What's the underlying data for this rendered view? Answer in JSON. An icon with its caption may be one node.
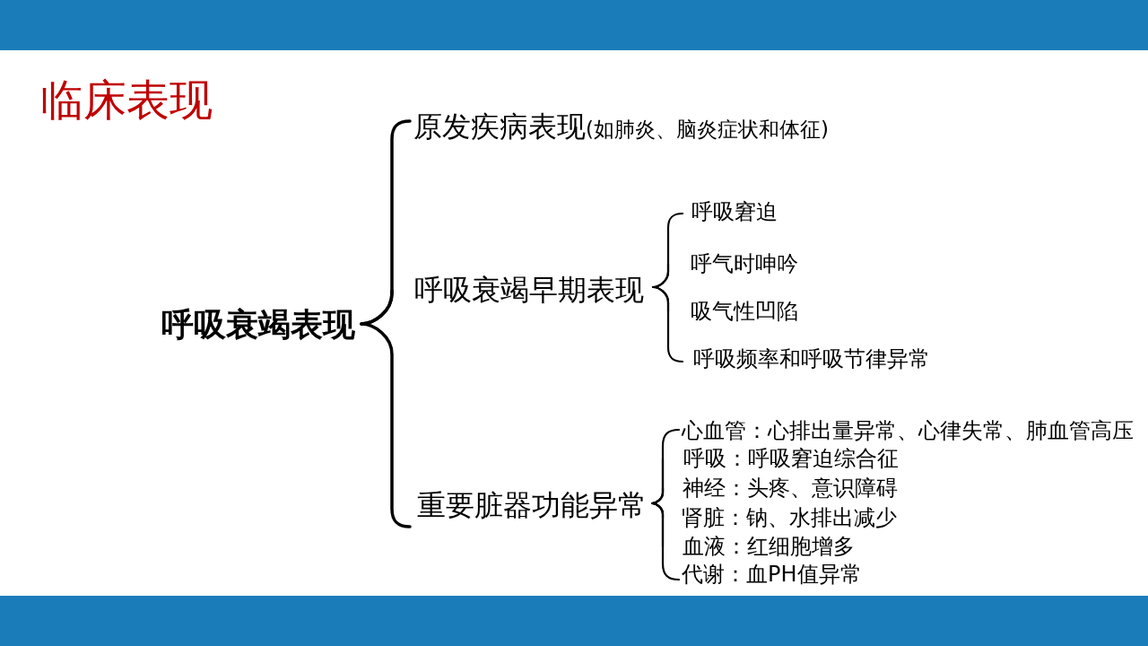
{
  "diagram": {
    "title": "临床表现",
    "nodes": [
      {
        "text": [
          "呼吸衰竭表现"
        ]
      },
      {
        "text": [
          "原发疾病表现",
          "(如肺炎、脑炎症状和体征)"
        ]
      },
      {
        "text": [
          "呼吸衰竭早期表现"
        ]
      },
      {
        "text": [
          "呼吸窘迫"
        ]
      },
      {
        "text": [
          "呼气时呻吟"
        ]
      },
      {
        "text": [
          "吸气性凹陷"
        ]
      },
      {
        "text": [
          "呼吸频率和呼吸节律异常"
        ]
      },
      {
        "text": [
          "重要脏器功能异常"
        ]
      },
      {
        "text": [
          "心血管：心排出量异常、心律失常、肺血管高压"
        ]
      },
      {
        "text": [
          "呼吸：呼吸窘迫综合征"
        ]
      },
      {
        "text": [
          "神经：头疼、意识障碍"
        ]
      },
      {
        "text": [
          "肾脏：钠、水排出减少"
        ]
      },
      {
        "text": [
          "血液：红细胞增多"
        ]
      },
      {
        "text": [
          "代谢：血PH值异常"
        ]
      }
    ],
    "edges": [
      {
        "from": 0,
        "to": 1,
        "arrow": "none"
      },
      {
        "from": 0,
        "to": 2,
        "arrow": "none"
      },
      {
        "from": 0,
        "to": 7,
        "arrow": "none"
      },
      {
        "from": 2,
        "to": 3,
        "arrow": "none"
      },
      {
        "from": 2,
        "to": 4,
        "arrow": "none"
      },
      {
        "from": 2,
        "to": 5,
        "arrow": "none"
      },
      {
        "from": 2,
        "to": 6,
        "arrow": "none"
      },
      {
        "from": 7,
        "to": 8,
        "arrow": "none"
      },
      {
        "from": 7,
        "to": 9,
        "arrow": "none"
      },
      {
        "from": 7,
        "to": 10,
        "arrow": "none"
      },
      {
        "from": 7,
        "to": 11,
        "arrow": "none"
      },
      {
        "from": 7,
        "to": 12,
        "arrow": "none"
      },
      {
        "from": 7,
        "to": 13,
        "arrow": "none"
      }
    ]
  }
}
